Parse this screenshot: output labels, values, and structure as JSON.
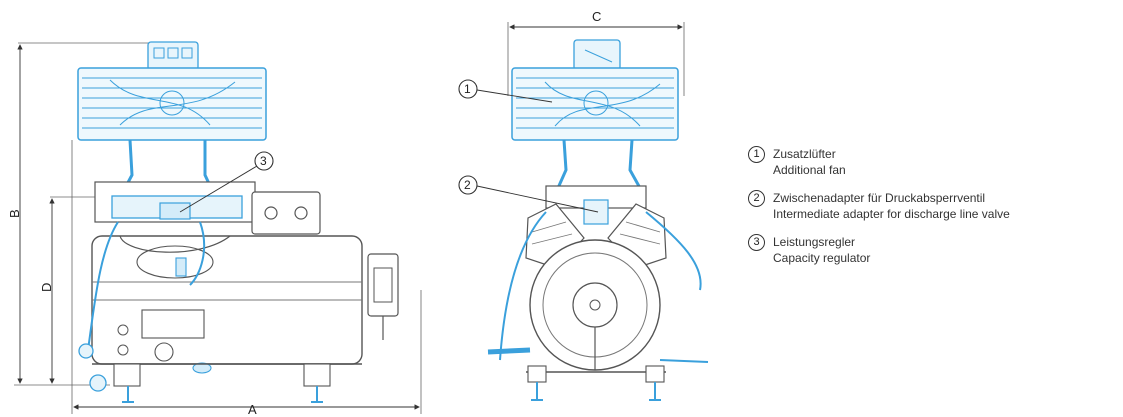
{
  "dimensions": {
    "a": "A",
    "b": "B",
    "c": "C",
    "d": "D"
  },
  "callouts": [
    "1",
    "2",
    "3"
  ],
  "legend": [
    {
      "num": "1",
      "de": "Zusatzlüfter",
      "en": "Additional fan"
    },
    {
      "num": "2",
      "de": "Zwischenadapter für Druckabsperrventil",
      "en": "Intermediate adapter for discharge line valve"
    },
    {
      "num": "3",
      "de": "Leistungsregler",
      "en": "Capacity regulator"
    }
  ],
  "colors": {
    "accent": "#3aa0dc",
    "line": "#555555",
    "dark": "#333333"
  }
}
